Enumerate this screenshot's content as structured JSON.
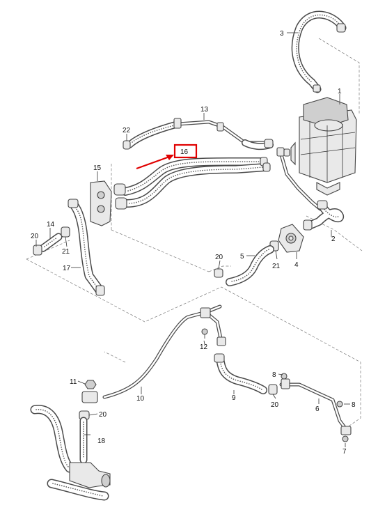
{
  "parts": [
    {
      "num": "1"
    },
    {
      "num": "2"
    },
    {
      "num": "3"
    },
    {
      "num": "4"
    },
    {
      "num": "5"
    },
    {
      "num": "6"
    },
    {
      "num": "7"
    },
    {
      "num": "8"
    },
    {
      "num": "8"
    },
    {
      "num": "9"
    },
    {
      "num": "10"
    },
    {
      "num": "11"
    },
    {
      "num": "12"
    },
    {
      "num": "13"
    },
    {
      "num": "14"
    },
    {
      "num": "15"
    },
    {
      "num": "17"
    },
    {
      "num": "18"
    },
    {
      "num": "20"
    },
    {
      "num": "20"
    },
    {
      "num": "20"
    },
    {
      "num": "20"
    },
    {
      "num": "21"
    },
    {
      "num": "21"
    },
    {
      "num": "22"
    }
  ],
  "highlight": {
    "num": "16",
    "color": "#e00000"
  },
  "colors": {
    "line": "#4a4a4a",
    "highlight": "#e00000",
    "background": "#ffffff"
  }
}
